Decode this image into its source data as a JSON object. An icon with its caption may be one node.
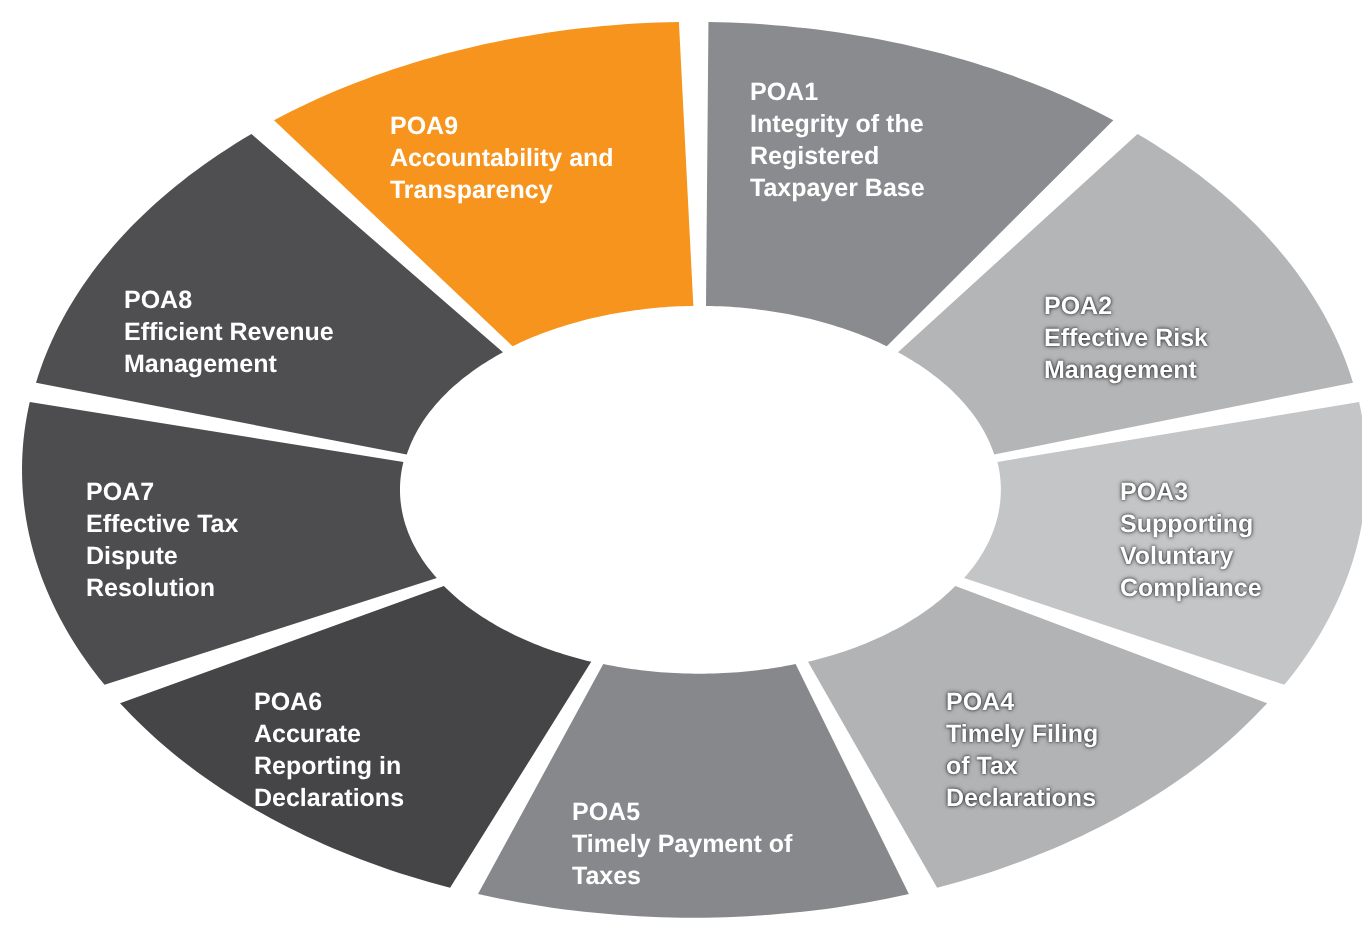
{
  "diagram": {
    "nodes": [
      {
        "text": [
          "POA1",
          "Integrity of the Registered Taxpayer Base"
        ]
      },
      {
        "text": [
          "POA2",
          "Effective Risk Management"
        ]
      },
      {
        "text": [
          "POA3",
          "Supporting Voluntary Compliance"
        ]
      },
      {
        "text": [
          "POA4",
          "Timely Filing of Tax Declarations"
        ]
      },
      {
        "text": [
          "POA5",
          "Timely Payment of Taxes"
        ]
      },
      {
        "text": [
          "POA6",
          "Accurate Reporting in Declarations"
        ]
      },
      {
        "text": [
          "POA7",
          "Effective Tax Dispute Resolution"
        ]
      },
      {
        "text": [
          "POA8",
          "Efficient Revenue Management"
        ]
      },
      {
        "text": [
          "POA9",
          "Accountability and Transparency"
        ]
      }
    ]
  }
}
